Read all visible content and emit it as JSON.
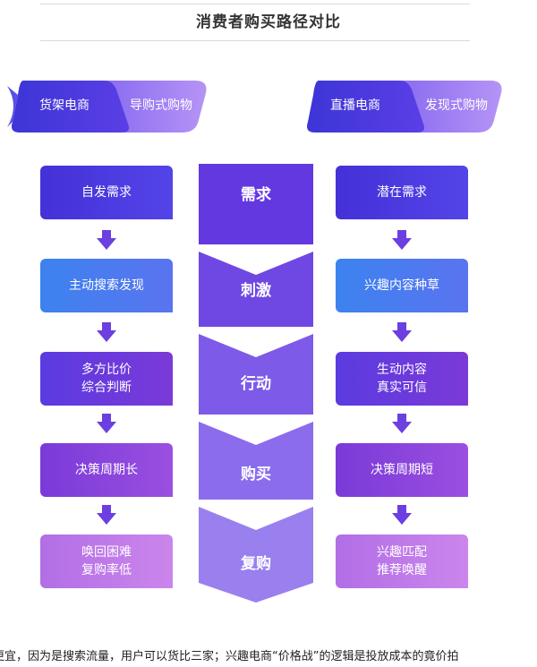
{
  "title": "消费者购买路径对比",
  "left_header": {
    "primary": "货架电商",
    "secondary": "导购式购物"
  },
  "right_header": {
    "primary": "直播电商",
    "secondary": "发现式购物"
  },
  "stages": [
    "需求",
    "刺激",
    "行动",
    "购买",
    "复购"
  ],
  "left_steps": [
    "自发需求",
    "主动搜索发现",
    "多方比价\n综合判断",
    "决策周期长",
    "唤回困难\n复购率低"
  ],
  "right_steps": [
    "潜在需求",
    "兴趣内容种草",
    "生动内容\n真实可信",
    "决策周期短",
    "兴趣匹配\n推荐唤醒"
  ],
  "bottom_text": "更宜，因为是搜索流量，用户可以货比三家；兴趣电商“价格战”的逻辑是投放成本的竟价拍",
  "colors": {
    "deep_blue": "#4a3be0",
    "mid_blue": "#4f7df0",
    "purple": "#7a3ad8",
    "violet": "#9b5be6",
    "lavender": "#c07ae8",
    "arrow": "#6b3fe0",
    "stage1": "#6338e0",
    "stage2": "#6f48e4",
    "stage3": "#7d5be8",
    "stage4": "#8b6cec",
    "stage5": "#9a80ef"
  }
}
